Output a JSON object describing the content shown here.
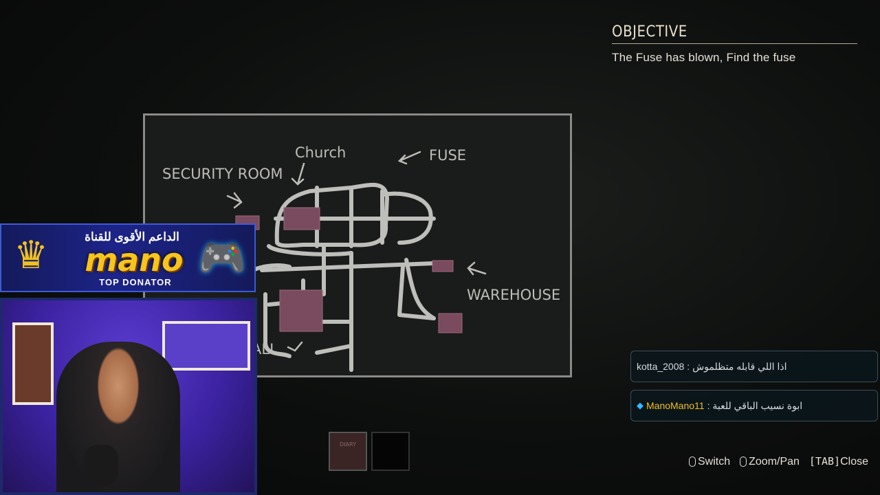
{
  "objective": {
    "header": "OBJECTIVE",
    "text": "The Fuse has blown, Find the fuse"
  },
  "map": {
    "labels": {
      "church": "Church",
      "fuse": "FUSE",
      "security_room": "SECURITY ROOM",
      "warehouse": "WAREHOUSE",
      "hall": "ALL"
    }
  },
  "inventory": {
    "slot1_label": "DIARY"
  },
  "stream_overlay": {
    "banner_top": "الداعم الأقوى للقناة",
    "banner_name": "mano",
    "banner_sub": "TOP DONATOR"
  },
  "chat": [
    {
      "user": "kotta_2008",
      "message": ": اذا اللي قابله متظلموش"
    },
    {
      "user": "ManoMano11",
      "message": ": ابوة نسيب الباقي للعبة"
    }
  ],
  "controls": {
    "switch": "Switch",
    "zoom": "Zoom/Pan",
    "tab_key": "[TAB]",
    "close": "Close"
  },
  "colors": {
    "room_fill": "#7a4a5e",
    "road": "#d0d0cc",
    "gold": "#f0c020"
  }
}
